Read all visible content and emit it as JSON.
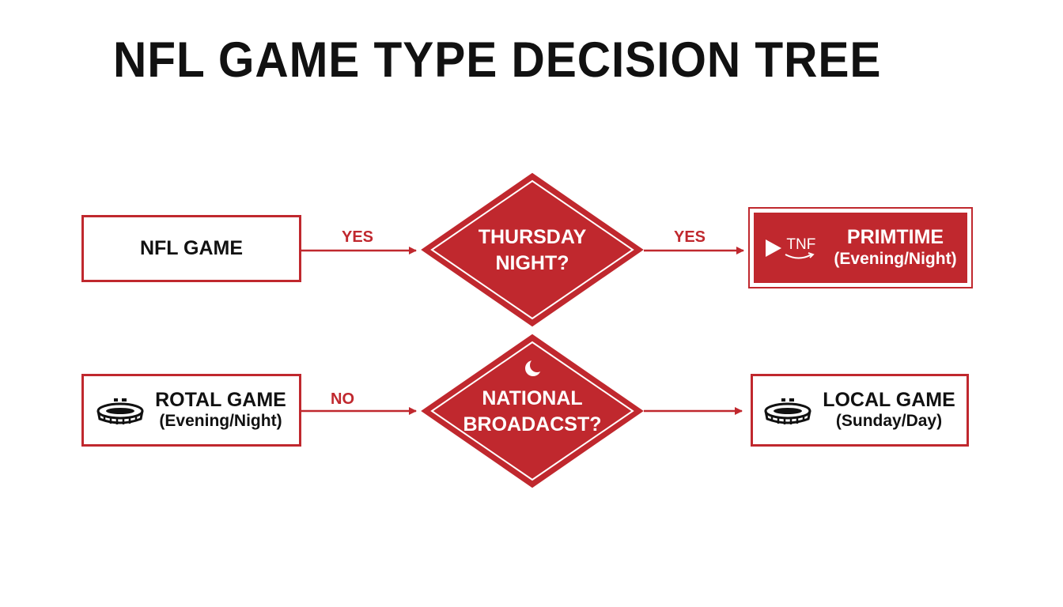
{
  "title": "NFL GAME TYPE DECISION TREE",
  "colors": {
    "accent": "#c0282e",
    "text": "#111111",
    "background": "#ffffff"
  },
  "nodes": {
    "nfl_game": {
      "label": "NFL GAME"
    },
    "thursday": {
      "line1": "THURSDAY",
      "line2": "NIGHT?"
    },
    "primetime": {
      "logo_text": "TNF",
      "line1": "PRIMTIME",
      "line2": "(Evening/Night)",
      "icon": "play-icon"
    },
    "rotal": {
      "line1": "ROTAL GAME",
      "line2": "(Evening/Night)",
      "icon": "stadium-icon"
    },
    "national": {
      "line1": "NATIONAL",
      "line2": "BROADACST?",
      "icon": "moon-icon"
    },
    "local": {
      "line1": "LOCAL GAME",
      "line2": "(Sunday/Day)",
      "icon": "stadium-icon"
    }
  },
  "edges": {
    "nfl_to_thursday": "YES",
    "thursday_to_primetime": "YES",
    "rotal_to_national": "NO"
  }
}
